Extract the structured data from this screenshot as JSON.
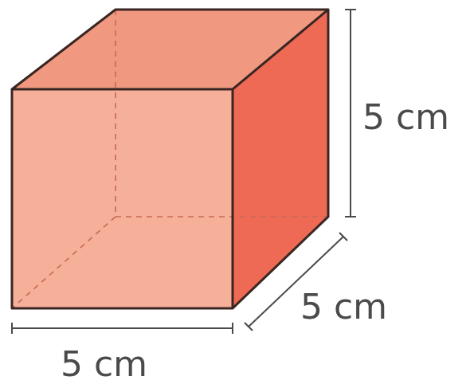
{
  "figure": {
    "type": "cube",
    "colors": {
      "front": "#f6b09a",
      "top": "#f19880",
      "right": "#ee6a55",
      "edge": "#3a2622",
      "hidden_edge": "#c66a58",
      "dimension_line": "#4a4a4a"
    },
    "dimensions": {
      "height": "5 cm",
      "depth": "5 cm",
      "width": "5 cm"
    }
  }
}
